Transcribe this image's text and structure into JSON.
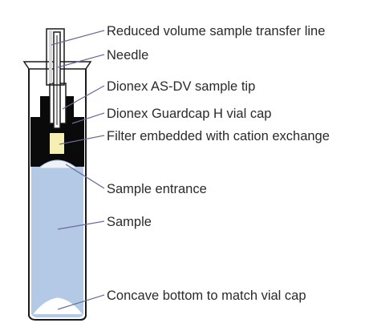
{
  "diagram": {
    "labels": [
      "Reduced volume sample transfer line",
      "Needle",
      "Dionex AS-DV sample tip",
      "Dionex Guardcap H vial cap",
      "Filter embedded with cation exchange",
      "Sample entrance",
      "Sample",
      "Concave bottom to match vial cap"
    ],
    "colors": {
      "sample_fill": "#b4c9e6",
      "cap_black": "#0a0a0a",
      "filter_yellow": "#f6efb4",
      "vial_outline": "#1a1a1a",
      "leader_line": "#6a6a9a"
    }
  }
}
